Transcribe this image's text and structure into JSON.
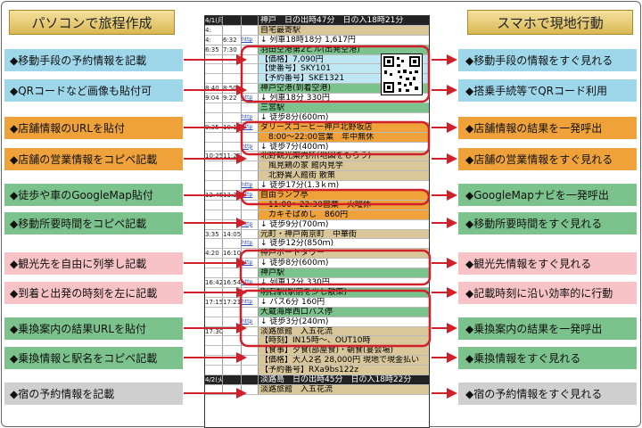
{
  "headers": {
    "left": "パソコンで旅程作成",
    "right": "スマホで現地行動"
  },
  "left_boxes": [
    {
      "label": "◆移動手段の予約情報を記載",
      "color": "#9fd7ea"
    },
    {
      "label": "◆QRコードなど画像も貼付可",
      "color": "#9fd7ea"
    },
    {
      "label": "◆店舗情報のURLを貼付",
      "color": "#f0a23a"
    },
    {
      "label": "◆店舗の営業情報をコピペ記載",
      "color": "#f0a23a"
    },
    {
      "label": "◆徒歩や車のGoogleMap貼付",
      "color": "#7cc28c"
    },
    {
      "label": "◆移動所要時間をコピペ記載",
      "color": "#7cc28c"
    },
    {
      "label": "◆観光先を自由に列挙し記載",
      "color": "#f7c3c7"
    },
    {
      "label": "◆到着と出発の時刻を左に記載",
      "color": "#f7c3c7"
    },
    {
      "label": "◆乗換案内の結果URLを貼付",
      "color": "#7cc28c"
    },
    {
      "label": "◆乗換情報と駅名をコピペ記載",
      "color": "#7cc28c"
    },
    {
      "label": "◆宿の予約情報を記載",
      "color": "#cfcfcf"
    }
  ],
  "right_boxes": [
    {
      "label": "◆移動手段の情報をすぐ見れる",
      "color": "#9fd7ea"
    },
    {
      "label": "◆搭乗手続等でQRコード利用",
      "color": "#9fd7ea"
    },
    {
      "label": "◆店舗情報の結果を一発呼出",
      "color": "#f0a23a"
    },
    {
      "label": "◆店舗の営業情報をすぐ見れる",
      "color": "#f0a23a"
    },
    {
      "label": "◆GoogleMapナビを一発呼出",
      "color": "#7cc28c"
    },
    {
      "label": "◆移動所要時間をすぐ見れる",
      "color": "#7cc28c"
    },
    {
      "label": "◆観光先情報をすぐ見れる",
      "color": "#f7c3c7"
    },
    {
      "label": "◆記載時刻に沿い効率的に行動",
      "color": "#f7c3c7"
    },
    {
      "label": "◆乗換案内の結果を一発呼出",
      "color": "#7cc28c"
    },
    {
      "label": "◆乗換情報をすぐ見れる",
      "color": "#7cc28c"
    },
    {
      "label": "◆宿の予約情報をすぐ見れる",
      "color": "#cfcfcf"
    }
  ],
  "schedule": [
    {
      "t1": "4/1(月)",
      "t2": "",
      "lk": "",
      "tx": "神戸　日の出時47分　日の入18時21分",
      "s": "sb"
    },
    {
      "t1": "4:",
      "t2": "",
      "lk": "",
      "tx": "自宅最寄駅",
      "s": "tan"
    },
    {
      "t1": "4:",
      "t2": "6:32",
      "lk": "http",
      "tx": "↓ 列車18時18分 1,617円",
      "s": ""
    },
    {
      "t1": "6:35",
      "t2": "7:30",
      "lk": "",
      "tx": "羽田空港第2ビル(出発空港)",
      "s": "green"
    },
    {
      "t1": "",
      "t2": "",
      "lk": "",
      "tx": "【価格】7,090円",
      "s": "blue"
    },
    {
      "t1": "",
      "t2": "",
      "lk": "",
      "tx": "【便番号】SKY101",
      "s": "blue"
    },
    {
      "t1": "",
      "t2": "",
      "lk": "",
      "tx": "【予約番号】SKE1321",
      "s": "blue"
    },
    {
      "t1": "8:40",
      "t2": "8:50",
      "lk": "",
      "tx": "神戸空港(到着空港)",
      "s": "green"
    },
    {
      "t1": "9:04",
      "t2": "9:22",
      "lk": "http",
      "tx": "↓ 列車18分 330円",
      "s": ""
    },
    {
      "t1": "",
      "t2": "",
      "lk": "",
      "tx": "三宮駅",
      "s": "green"
    },
    {
      "t1": "",
      "t2": "",
      "lk": "http",
      "tx": "↓ 徒歩8分(600ｍ)",
      "s": ""
    },
    {
      "t1": "9:35",
      "t2": "10:15",
      "lk": "http",
      "tx": "ダリーズコーヒー神戸北野坂店",
      "s": "orange"
    },
    {
      "t1": "",
      "t2": "",
      "lk": "",
      "tx": "　8:00～22:00営業　年中無休",
      "s": "orange"
    },
    {
      "t1": "",
      "t2": "",
      "lk": "http",
      "tx": "↓ 徒歩7分(400ｍ)",
      "s": ""
    },
    {
      "t1": "10:25",
      "t2": "11:25",
      "lk": "",
      "tx": "北野観光案内所(地図をもらう)",
      "s": "tan"
    },
    {
      "t1": "",
      "t2": "",
      "lk": "",
      "tx": "　風見鶏の家 館内見学",
      "s": "tan"
    },
    {
      "t1": "",
      "t2": "",
      "lk": "",
      "tx": "　北野異人館街 散策",
      "s": "tan"
    },
    {
      "t1": "",
      "t2": "",
      "lk": "http",
      "tx": "↓ 徒歩17分(1.3ｋｍ)",
      "s": ""
    },
    {
      "t1": "12:45",
      "t2": "13:25",
      "lk": "http",
      "tx": "自由ランプ亭",
      "s": "orange"
    },
    {
      "t1": "",
      "t2": "",
      "lk": "",
      "tx": "　11:00～22:30営業　火曜休",
      "s": "orange"
    },
    {
      "t1": "",
      "t2": "",
      "lk": "",
      "tx": "　カキそばめし　860円",
      "s": "orange"
    },
    {
      "t1": "",
      "t2": "",
      "lk": "http",
      "tx": "↓ 徒歩9分(700ｍ)",
      "s": ""
    },
    {
      "t1": "3:35",
      "t2": "14:05",
      "lk": "",
      "tx": "元町・神戸南京町　中華街",
      "s": "tan"
    },
    {
      "t1": "",
      "t2": "",
      "lk": "http",
      "tx": "↓ 徒歩12分(850ｍ)",
      "s": ""
    },
    {
      "t1": "4:20",
      "t2": "16:10",
      "lk": "",
      "tx": "神戸ポートタワー",
      "s": "tan"
    },
    {
      "t1": "",
      "t2": "",
      "lk": "http",
      "tx": "↓ 徒歩8分(600ｍ)",
      "s": ""
    },
    {
      "t1": "",
      "t2": "",
      "lk": "",
      "tx": "神戸駅",
      "s": "green"
    },
    {
      "t1": "16:42",
      "t2": "16:54",
      "lk": "http",
      "tx": "↓ 列車12分 330円",
      "s": ""
    },
    {
      "t1": "",
      "t2": "",
      "lk": "",
      "tx": "明石駅(駅前を少し散策)",
      "s": "green"
    },
    {
      "t1": "17:15",
      "t2": "17:21",
      "lk": "http",
      "tx": "↓ バス6分 160円",
      "s": ""
    },
    {
      "t1": "",
      "t2": "",
      "lk": "",
      "tx": "大蔵海岸西口バス停",
      "s": "green"
    },
    {
      "t1": "",
      "t2": "",
      "lk": "http",
      "tx": "↓ 徒歩3分(240ｍ)",
      "s": ""
    },
    {
      "t1": "17:30",
      "t2": "",
      "lk": "",
      "tx": "淡路旅館　入五花流",
      "s": "tan"
    },
    {
      "t1": "",
      "t2": "",
      "lk": "",
      "tx": "【時刻】IN15時～、OUT10時",
      "s": "tan"
    },
    {
      "t1": "",
      "t2": "",
      "lk": "",
      "tx": "【食事】夕食(部屋食)・朝食(宴会場)",
      "s": "tan"
    },
    {
      "t1": "",
      "t2": "",
      "lk": "",
      "tx": "【価格】大人2名 28,000円 現地で現金払い",
      "s": "tan"
    },
    {
      "t1": "",
      "t2": "",
      "lk": "",
      "tx": "【予約番号】RXa9bs122z",
      "s": "tan"
    },
    {
      "t1": "4/2(火)",
      "t2": "",
      "lk": "",
      "tx": "淡路島　日の出時45分　日の入18時22分",
      "s": "sb"
    },
    {
      "t1": "",
      "t2": "",
      "lk": "",
      "tx": "淡路旅館　入五花流",
      "s": "tan"
    }
  ],
  "colors": {
    "arrow": "#d0202a",
    "highlight": "#d0202a"
  }
}
